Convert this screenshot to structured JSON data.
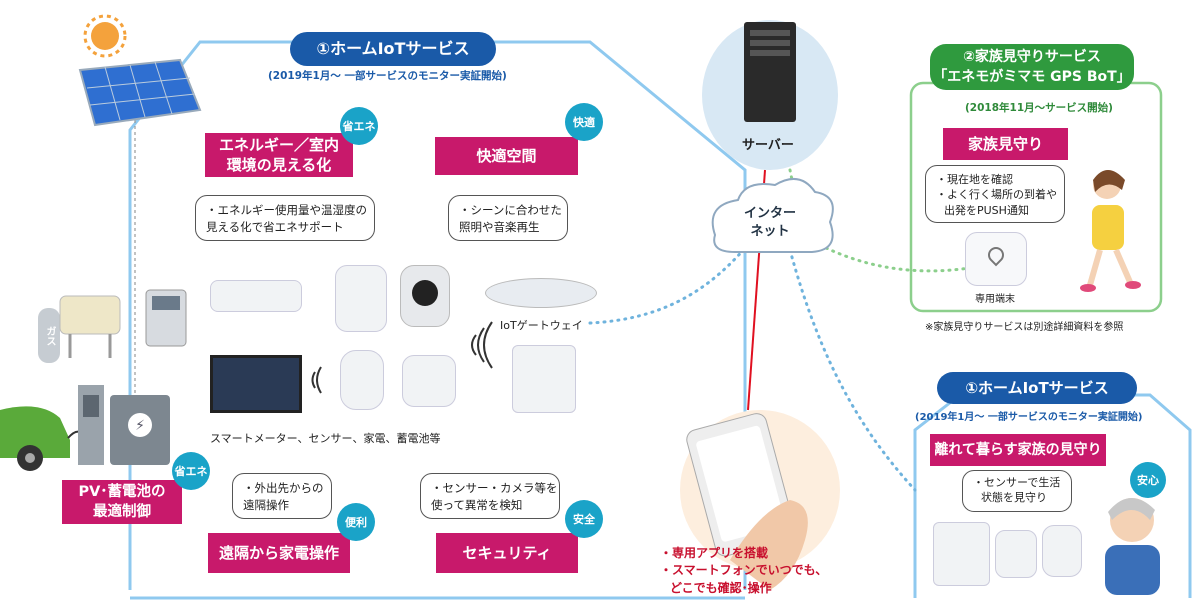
{
  "left_house": {
    "title": "①ホームIoTサービス",
    "subtitle": "(2019年1月～ 一部サービスのモニター実証開始)",
    "energy": {
      "badge": "省エネ",
      "label_line1": "エネルギー／室内",
      "label_line2": "環境の見える化",
      "bubble_line1": "・エネルギー使用量や温湿度の",
      "bubble_line2": "見える化で省エネサポート"
    },
    "comfort": {
      "badge": "快適",
      "label": "快適空間",
      "bubble_line1": "・シーンに合わせた",
      "bubble_line2": "照明や音楽再生"
    },
    "devices_caption": "スマートメーター、センサー、家電、蓄電池等",
    "gateway_label": "IoTゲートウェイ",
    "remote": {
      "badge": "便利",
      "label": "遠隔から家電操作",
      "bubble_line1": "・外出先からの",
      "bubble_line2": "遠隔操作"
    },
    "security": {
      "badge": "安全",
      "label": "セキュリティ",
      "bubble_line1": "・センサー・カメラ等を",
      "bubble_line2": "使って異常を検知"
    }
  },
  "pv": {
    "badge": "省エネ",
    "label_line1": "PV･蓄電池の",
    "label_line2": "最適制御",
    "gas_label": "ガス"
  },
  "server_label": "サーバー",
  "internet_line1": "インター",
  "internet_line2": "ネット",
  "phone_text": [
    "・専用アプリを搭載",
    "・スマートフォンでいつでも、",
    "どこでも確認･操作"
  ],
  "family_service": {
    "title_line1": "②家族見守りサービス",
    "title_line2": "「エネモがミマモ GPS BoT」",
    "subtitle": "(2018年11月～サービス開始)",
    "label": "家族見守り",
    "bubble_line1": "・現在地を確認",
    "bubble_line2": "・よく行く場所の到着や",
    "bubble_line3": "出発をPUSH通知",
    "device_label": "専用端末",
    "note": "※家族見守りサービスは別途詳細資料を参照"
  },
  "right_house": {
    "title": "①ホームIoTサービス",
    "subtitle": "(2019年1月～ 一部サービスのモニター実証開始)",
    "label": "離れて暮らす家族の見守り",
    "badge": "安心",
    "bubble_line1": "・センサーで生活",
    "bubble_line2": "状態を見守り"
  },
  "colors": {
    "blue": "#1a5aa8",
    "house_line": "#8fc9ef",
    "magenta": "#c8196b",
    "badge": "#1aa3c8",
    "green": "#2f9a3e",
    "red_line": "#e01020"
  }
}
